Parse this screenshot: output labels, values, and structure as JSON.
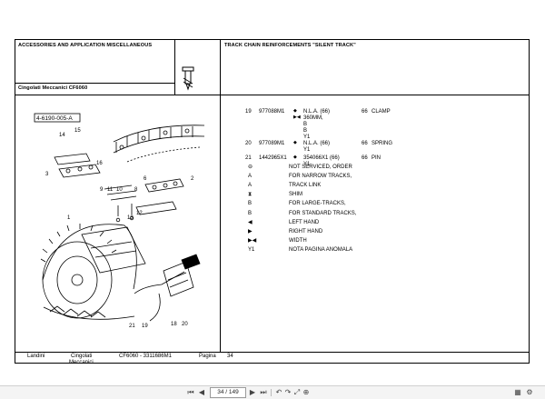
{
  "header": {
    "left_title": "ACCESSORIES AND APPLICATION MISCELLANEOUS",
    "right_title": "TRACK CHAIN REINFORCEMENTS \"SILENT TRACK\"",
    "model": "Cingolati Meccanici CF6060"
  },
  "diagram": {
    "ref_code": "4-6190-005-A",
    "callouts": [
      "14",
      "15",
      "16",
      "3",
      "9",
      "11",
      "10",
      "8",
      "6",
      "2",
      "13",
      "12",
      "1",
      "21",
      "19",
      "18",
      "20"
    ]
  },
  "parts": [
    {
      "ref": "19",
      "part_no": "977088M1",
      "sym": "◆",
      "desc": "N.L.A.  (66)",
      "qty": "66",
      "name": "CLAMP"
    },
    {
      "ref": "",
      "part_no": "",
      "sym": "▶◀",
      "desc": "360MM,",
      "qty": "",
      "name": ""
    },
    {
      "ref": "",
      "part_no": "",
      "sym": "",
      "desc": "B",
      "qty": "",
      "name": ""
    },
    {
      "ref": "",
      "part_no": "",
      "sym": "",
      "desc": "B",
      "qty": "",
      "name": ""
    },
    {
      "ref": "",
      "part_no": "",
      "sym": "",
      "desc": "Y1",
      "qty": "",
      "name": ""
    },
    {
      "ref": "20",
      "part_no": "977089M1",
      "sym": "◆",
      "desc": "N.L.A.  (66)",
      "qty": "66",
      "name": "SPRING"
    },
    {
      "ref": "",
      "part_no": "",
      "sym": "",
      "desc": "Y1",
      "qty": "",
      "name": ""
    },
    {
      "ref": "21",
      "part_no": "1442965X1",
      "sym": "◆",
      "desc": "354066X1  (66)",
      "qty": "66",
      "name": "PIN"
    },
    {
      "ref": "",
      "part_no": "",
      "sym": "",
      "desc": "Y1",
      "qty": "",
      "name": ""
    }
  ],
  "legend": [
    {
      "sym": "⊖",
      "text": "NOT SERVICED, ORDER"
    },
    {
      "sym": "A",
      "text": "FOR NARROW TRACKS,"
    },
    {
      "sym": "A",
      "text": "TRACK LINK"
    },
    {
      "sym": "⧗",
      "text": "SHIM"
    },
    {
      "sym": "B",
      "text": "FOR LARGE-TRACKS,"
    },
    {
      "sym": "B",
      "text": "FOR STANDARD TRACKS,"
    },
    {
      "sym": "◀",
      "text": "LEFT HAND"
    },
    {
      "sym": "▶",
      "text": "RIGHT HAND"
    },
    {
      "sym": "▶◀",
      "text": "WIDTH"
    },
    {
      "sym": "Y1",
      "text": "NOTA PAGINA ANOMALA"
    }
  ],
  "footer": {
    "brand": "Landini",
    "series_line1": "Cingolati",
    "series_line2": "Meccanici",
    "code": "CF6060 - 3311686M1",
    "page_label": "Pagina",
    "page_no": "34"
  },
  "toolbar": {
    "page_indicator": "34 / 149",
    "icons": [
      "first-page-icon",
      "prev-page-icon",
      "next-page-icon",
      "last-page-icon",
      "back-icon",
      "forward-icon",
      "fit-icon",
      "zoom-icon",
      "thumbnails-icon",
      "settings-icon"
    ]
  }
}
